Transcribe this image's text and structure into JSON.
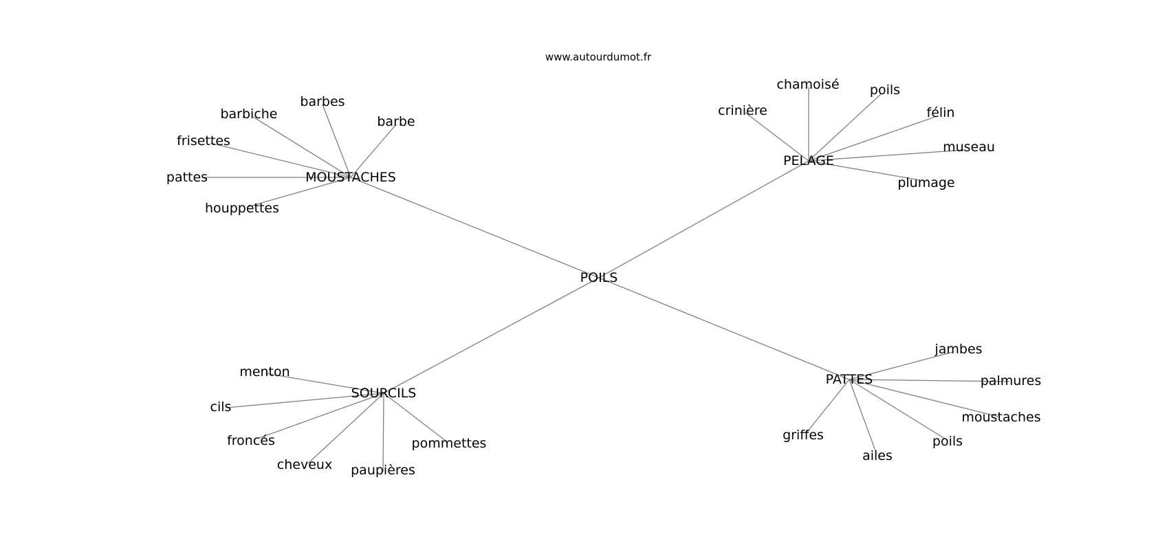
{
  "watermark": "www.autourdumot.fr",
  "colors": {
    "edge": "#808080",
    "text": "#000000",
    "background": "#ffffff"
  },
  "graph": {
    "root": "POILS",
    "branches": [
      {
        "hub": "MOUSTACHES",
        "leaves": [
          "barbiche",
          "barbes",
          "barbe",
          "frisettes",
          "pattes",
          "houppettes"
        ]
      },
      {
        "hub": "PELAGE",
        "leaves": [
          "chamoisé",
          "poils",
          "crinière",
          "félin",
          "museau",
          "plumage"
        ]
      },
      {
        "hub": "SOURCILS",
        "leaves": [
          "menton",
          "cils",
          "froncés",
          "cheveux",
          "paupières",
          "pommettes"
        ]
      },
      {
        "hub": "PATTES",
        "leaves": [
          "jambes",
          "palmures",
          "moustaches",
          "griffes",
          "ailes",
          "poils"
        ]
      }
    ]
  }
}
